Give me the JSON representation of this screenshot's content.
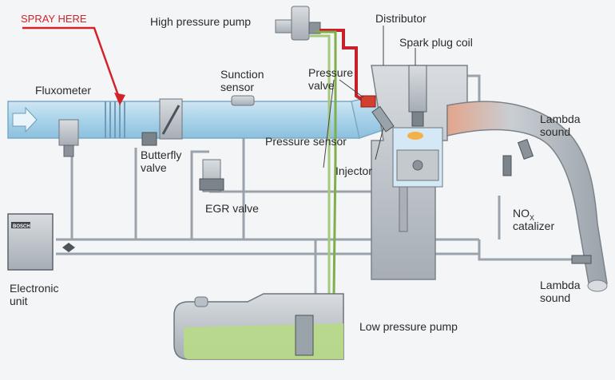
{
  "labels": {
    "spray_here": "SPRAY HERE",
    "high_pressure_pump": "High pressure pump",
    "distributor": "Distributor",
    "spark_plug_coil": "Spark plug coil",
    "fluxometer": "Fluxometer",
    "sunction_sensor_1": "Sunction",
    "sunction_sensor_2": "sensor",
    "pressure_valve_1": "Pressure",
    "pressure_valve_2": "valve",
    "lambda_sound_top_1": "Lambda",
    "lambda_sound_top_2": "sound",
    "pressure_sensor": "Pressure sensor",
    "butterfly_valve_1": "Butterfly",
    "butterfly_valve_2": "valve",
    "injector": "Injector",
    "egr_valve": "EGR valve",
    "nox_main": "NO",
    "nox_sub": "X",
    "catalizer": "catalizer",
    "electronic_unit_1": "Electronic",
    "electronic_unit_2": "unit",
    "lambda_sound_bottom_1": "Lambda",
    "lambda_sound_bottom_2": "sound",
    "low_pressure_pump": "Low pressure pump",
    "ecu_brand": "BOSCH"
  },
  "colors": {
    "background": "#f4f5f6",
    "air_duct": "#a9d3ea",
    "metal": "#b9bfc6",
    "fuel": "#b7d98a",
    "hot_line": "#c8202a",
    "green_line": "#7fae4a",
    "annotation": "#d2232a",
    "exhaust_hot": "#e3a58b"
  }
}
